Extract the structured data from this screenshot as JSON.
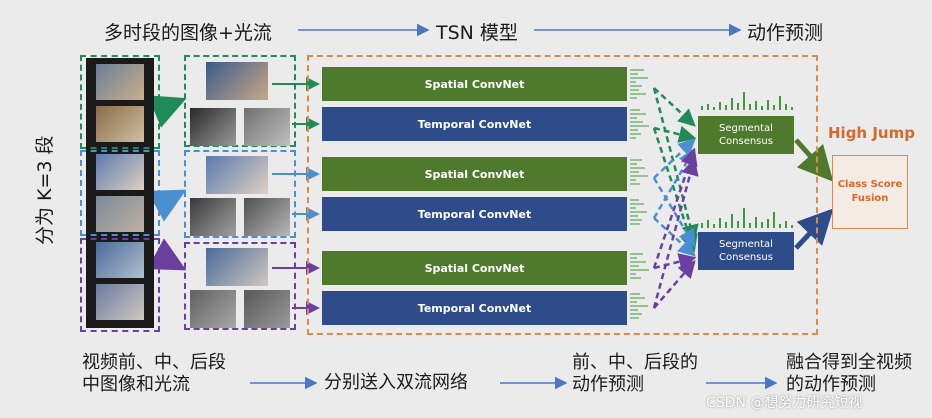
{
  "top_flow": {
    "step1": "多时段的图像+光流",
    "step2": "TSN 模型",
    "step3": "动作预测"
  },
  "side_label": "分为 K=3 段",
  "networks": [
    {
      "label": "Spatial ConvNet"
    },
    {
      "label": "Temporal ConvNet"
    },
    {
      "label": "Spatial ConvNet"
    },
    {
      "label": "Temporal ConvNet"
    },
    {
      "label": "Spatial ConvNet"
    },
    {
      "label": "Temporal ConvNet"
    }
  ],
  "consensus": [
    {
      "label": "Segmental Consensus"
    },
    {
      "label": "Segmental Consensus"
    }
  ],
  "fusion": {
    "label": "Class Score Fusion"
  },
  "result": {
    "label": "High Jump"
  },
  "bottom_flow": {
    "step1": "视频前、中、后段中图像和光流",
    "step2": "分别送入双流网络",
    "step3": "前、中、后段的动作预测",
    "step4": "融合得到全视频的动作预测"
  },
  "watermark": "CSDN @想努力研究短视",
  "colors": {
    "green": "#4f7a2e",
    "blue": "#2e4c8a",
    "light_blue": "#4a90d0",
    "purple": "#6b3fa0",
    "orange": "#e08a4a",
    "arrow_blue": "#4a76c2"
  }
}
